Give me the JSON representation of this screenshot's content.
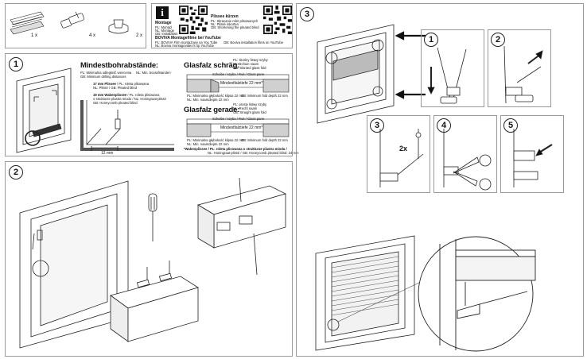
{
  "parts": {
    "qty_blind": "1 x",
    "qty_clip": "4 x",
    "qty_cap": "2 x"
  },
  "info": {
    "montage_title": "Montage",
    "montage_pl": "PL: Montaż",
    "montage_nl": "NL: Montage",
    "montage_gb": "GB: Installation",
    "plissee_title": "Plissee kürzen",
    "plissee_pl": "PL: Skracanie rolet plisowanych",
    "plissee_nl": "NL: Plissé inkorten",
    "plissee_gb": "GB: Shortening the pleated blind",
    "youtube_title": "BOVIVA Montagefilme bei YouTube",
    "youtube_pl": "PL: BOVIVA Film montażowy na You Tube",
    "youtube_nl": "NL: Boviva montagevideo's op YouTube",
    "youtube_gb": "GB: Boviva installation films on YouTube"
  },
  "steps": {
    "s1": "1",
    "s2": "2",
    "s3": "3",
    "sub1": "1",
    "sub2": "2",
    "sub3": "3",
    "sub4": "4",
    "sub5": "5"
  },
  "drilling": {
    "title": "Mindestbohrabstände:",
    "pl": "PL: Minimalna odległość wiercenia",
    "nl": "NL: Min. boorafstanden",
    "gb": "GB: Minimum drilling distances",
    "p1_bold": "17 mm Plissee",
    "p1_rest": " / PL: roleta plisowana",
    "p1_nl": "NL: Plissé / GB: Pleated blind",
    "p2_bold": "19 mm Wabenplissee",
    "p2_rest": " / PL: roleta plisowana",
    "p2_l2": "o strukturze plastra miodu / NL: Honingraat-plissé",
    "p2_l3": "GB: Honeycomb pleated blind",
    "dim": "12 mm"
  },
  "glassfalz_oblique": {
    "title": "Glasfalz schräg:",
    "pl": "PL: skośny listwy szyby",
    "nl": "NL: Schuin naam",
    "gb": "GB: Slanted glass fold",
    "glass_label": "Scheibe / szyba / Ruit / Glass pane",
    "depth_label": "Mindestfalztiefe 22 mm*",
    "note1": "PL: Minimalna głębokość klipsa 22 mm",
    "note1b": "GB: Minimum fold depth 22 mm",
    "note2": "NL: Min. naamdiepte 22 mm"
  },
  "glassfalz_straight": {
    "title": "Glasfalz gerade:",
    "pl": "PL: prosty listwy szyby",
    "nl": "NL: Recht naam",
    "gb": "GB: Straight glass fold",
    "glass_label": "Scheibe / szyba / Ruit / Glass pane",
    "depth_label": "Mindestfalztiefe 22 mm*",
    "note1": "PL: Minimalna głębokość klipsa 22 mm",
    "note1b": "GB: Minimum fold depth 22 mm",
    "note2": "NL: Min. naamdiepte 22 mm"
  },
  "footnote": {
    "l1": "*Wabenplissee / PL: roleta plisowana o strukturze plastra miodu /",
    "l2": "NL: Honingraat-plissé / GB: Honeycomb pleated blind: 24 mm"
  },
  "cut_label": "2x",
  "icons": [
    "info-icon",
    "qr-code",
    "arrow-icon",
    "screwdriver-icon",
    "scissors-icon",
    "pliers-icon"
  ]
}
